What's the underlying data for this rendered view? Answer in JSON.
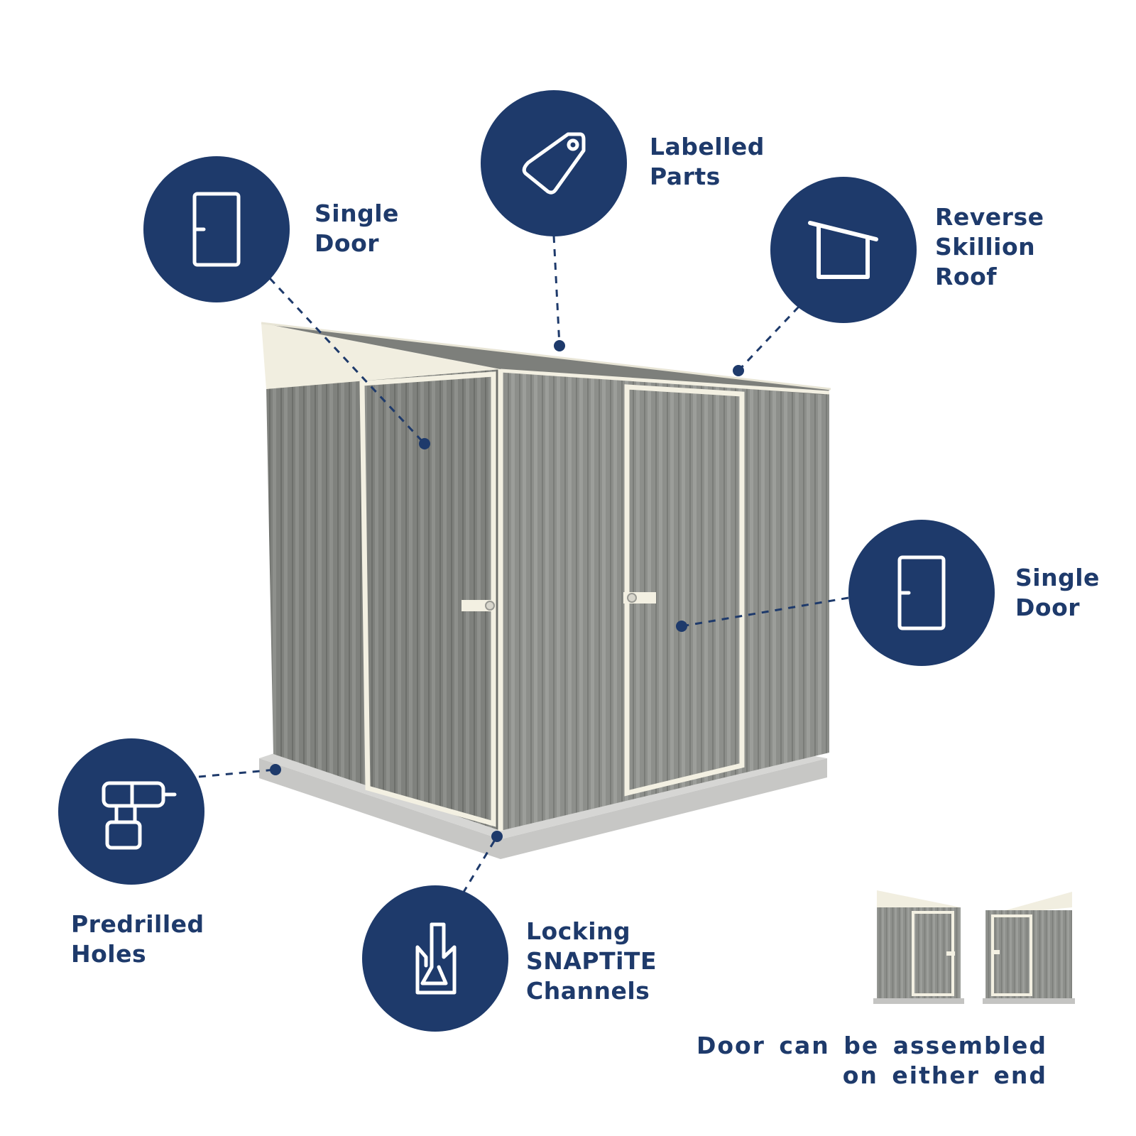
{
  "features": {
    "single_door_left": [
      "Single",
      "Door"
    ],
    "labelled_parts": [
      "Labelled",
      "Parts"
    ],
    "reverse_skillion_roof": [
      "Reverse",
      "Skillion",
      "Roof"
    ],
    "single_door_right": [
      "Single",
      "Door"
    ],
    "predrilled_holes": [
      "Predrilled",
      "Holes"
    ],
    "locking_channels": [
      "Locking",
      "SNAPTiTE",
      "Channels"
    ]
  },
  "door_note": [
    "Door can be assembled",
    "on either end"
  ],
  "icons": {
    "single_door_left": "door-icon",
    "labelled_parts": "tag-icon",
    "reverse_skillion_roof": "skillion-roof-icon",
    "single_door_right": "door-icon",
    "predrilled_holes": "drill-icon",
    "locking_channels": "snaptite-channel-icon"
  },
  "colors": {
    "navy": "#1e3a6b",
    "shed_panel": "#8d8f8b",
    "trim": "#f3f0e2",
    "base_slab": "#c4c4c2"
  }
}
